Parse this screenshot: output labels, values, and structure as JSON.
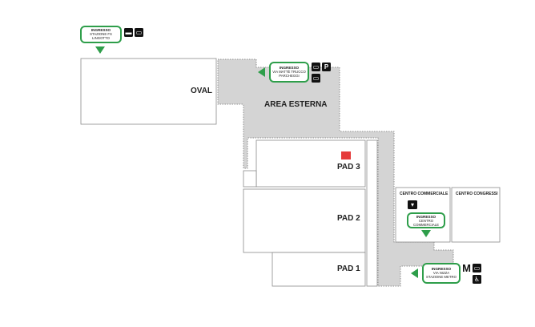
{
  "labels": {
    "oval": "OVAL",
    "area_esterna": "AREA ESTERNA",
    "pad3": "PAD 3",
    "pad2": "PAD 2",
    "pad1": "PAD 1",
    "centro_commerciale": "CENTRO COMMERCIALE",
    "centro_congressi": "CENTRO CONGRESSI"
  },
  "entrances": [
    {
      "title": "INGRESSO",
      "lines": [
        "STAZIONE FS",
        "LINGOTTO"
      ]
    },
    {
      "title": "INGRESSO",
      "lines": [
        "VIA MATTÈ TRUCCO",
        "PARCHEGGI"
      ]
    },
    {
      "title": "INGRESSO",
      "lines": [
        "CENTRO",
        "COMMERCIALE"
      ]
    },
    {
      "title": "INGRESSO",
      "lines": [
        "VIA NIZZA",
        "STAZIONE METRO"
      ]
    }
  ],
  "icons": {
    "metro": "M",
    "parking": "P"
  },
  "colors": {
    "entrance_green": "#2e9e4a",
    "outdoor_area": "#d4d4d4",
    "pad3_badge": "#e53b3b"
  }
}
